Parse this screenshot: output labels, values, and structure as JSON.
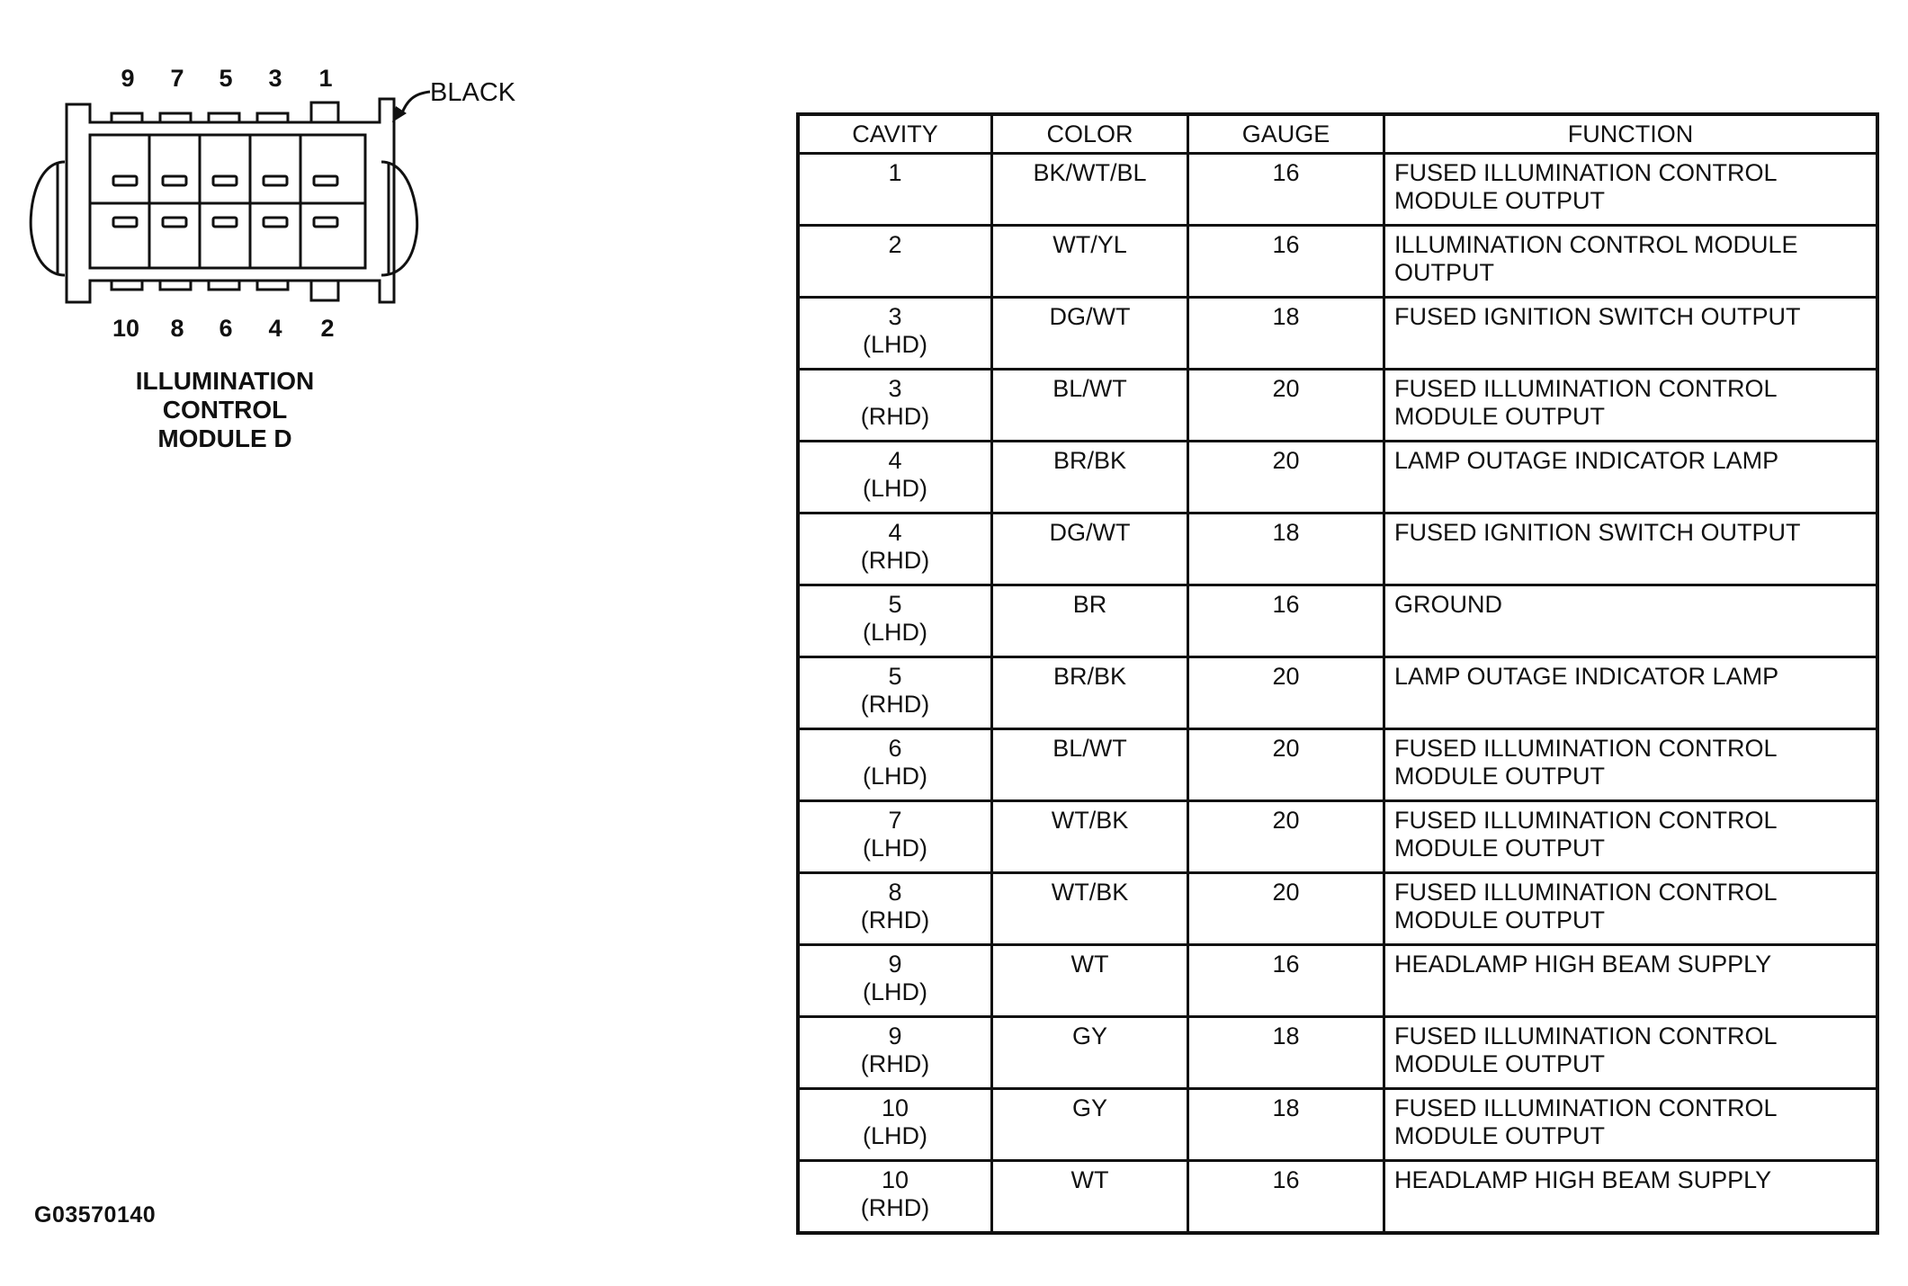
{
  "connector": {
    "top_pins": [
      "9",
      "7",
      "5",
      "3",
      "1"
    ],
    "bottom_pins": [
      "10",
      "8",
      "6",
      "4",
      "2"
    ],
    "color_callout": "BLACK",
    "label_lines": [
      "ILLUMINATION",
      "CONTROL",
      "MODULE D"
    ]
  },
  "figure_id": "G03570140",
  "table": {
    "headers": [
      "CAVITY",
      "COLOR",
      "GAUGE",
      "FUNCTION"
    ],
    "rows": [
      {
        "cavity": "1",
        "side": "",
        "color": "BK/WT/BL",
        "gauge": "16",
        "function": "FUSED ILLUMINATION CONTROL MODULE OUTPUT"
      },
      {
        "cavity": "2",
        "side": "",
        "color": "WT/YL",
        "gauge": "16",
        "function": "ILLUMINATION CONTROL MODULE OUTPUT"
      },
      {
        "cavity": "3",
        "side": "(LHD)",
        "color": "DG/WT",
        "gauge": "18",
        "function": "FUSED IGNITION SWITCH OUTPUT"
      },
      {
        "cavity": "3",
        "side": "(RHD)",
        "color": "BL/WT",
        "gauge": "20",
        "function": "FUSED ILLUMINATION CONTROL MODULE OUTPUT"
      },
      {
        "cavity": "4",
        "side": "(LHD)",
        "color": "BR/BK",
        "gauge": "20",
        "function": "LAMP OUTAGE INDICATOR LAMP"
      },
      {
        "cavity": "4",
        "side": "(RHD)",
        "color": "DG/WT",
        "gauge": "18",
        "function": "FUSED IGNITION SWITCH OUTPUT"
      },
      {
        "cavity": "5",
        "side": "(LHD)",
        "color": "BR",
        "gauge": "16",
        "function": "GROUND"
      },
      {
        "cavity": "5",
        "side": "(RHD)",
        "color": "BR/BK",
        "gauge": "20",
        "function": "LAMP OUTAGE INDICATOR LAMP"
      },
      {
        "cavity": "6",
        "side": "(LHD)",
        "color": "BL/WT",
        "gauge": "20",
        "function": "FUSED ILLUMINATION CONTROL MODULE OUTPUT"
      },
      {
        "cavity": "7",
        "side": "(LHD)",
        "color": "WT/BK",
        "gauge": "20",
        "function": "FUSED ILLUMINATION CONTROL MODULE OUTPUT"
      },
      {
        "cavity": "8",
        "side": "(RHD)",
        "color": "WT/BK",
        "gauge": "20",
        "function": "FUSED ILLUMINATION CONTROL MODULE OUTPUT"
      },
      {
        "cavity": "9",
        "side": "(LHD)",
        "color": "WT",
        "gauge": "16",
        "function": "HEADLAMP HIGH BEAM SUPPLY"
      },
      {
        "cavity": "9",
        "side": "(RHD)",
        "color": "GY",
        "gauge": "18",
        "function": "FUSED ILLUMINATION CONTROL MODULE OUTPUT"
      },
      {
        "cavity": "10",
        "side": "(LHD)",
        "color": "GY",
        "gauge": "18",
        "function": "FUSED ILLUMINATION CONTROL MODULE OUTPUT"
      },
      {
        "cavity": "10",
        "side": "(RHD)",
        "color": "WT",
        "gauge": "16",
        "function": "HEADLAMP HIGH BEAM SUPPLY"
      }
    ]
  }
}
